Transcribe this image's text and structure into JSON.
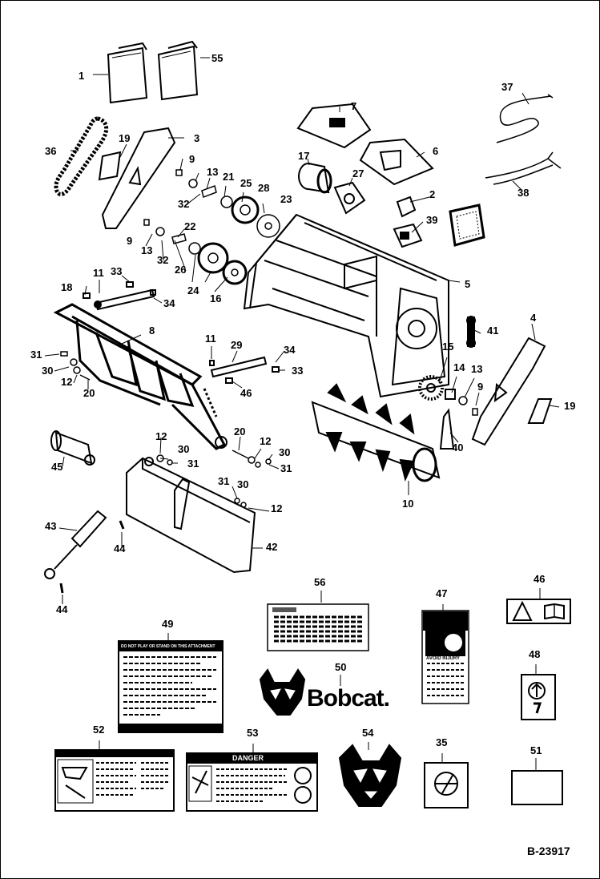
{
  "figure_id": "B-23917",
  "brand_wordmark": "Bobcat.",
  "callouts": [
    "1",
    "55",
    "7",
    "37",
    "36",
    "19",
    "3",
    "17",
    "27",
    "6",
    "9",
    "13",
    "21",
    "25",
    "28",
    "23",
    "2",
    "38",
    "32",
    "39",
    "22",
    "9",
    "13",
    "32",
    "26",
    "24",
    "16",
    "5",
    "11",
    "33",
    "18",
    "34",
    "8",
    "41",
    "4",
    "11",
    "29",
    "34",
    "31",
    "15",
    "14",
    "13",
    "30",
    "33",
    "12",
    "46",
    "9",
    "19",
    "20",
    "20",
    "12",
    "30",
    "40",
    "45",
    "12",
    "30",
    "31",
    "31",
    "31",
    "10",
    "30",
    "12",
    "43",
    "44",
    "42",
    "44",
    "56",
    "47",
    "46",
    "49",
    "50",
    "48",
    "52",
    "53",
    "54",
    "35",
    "51"
  ],
  "decal_text": {
    "danger": "DANGER",
    "avoid_injury": "AVOID INJURY",
    "schedule": "DO NOT PLAY OR STAND ON THIS ATTACHMENT"
  }
}
